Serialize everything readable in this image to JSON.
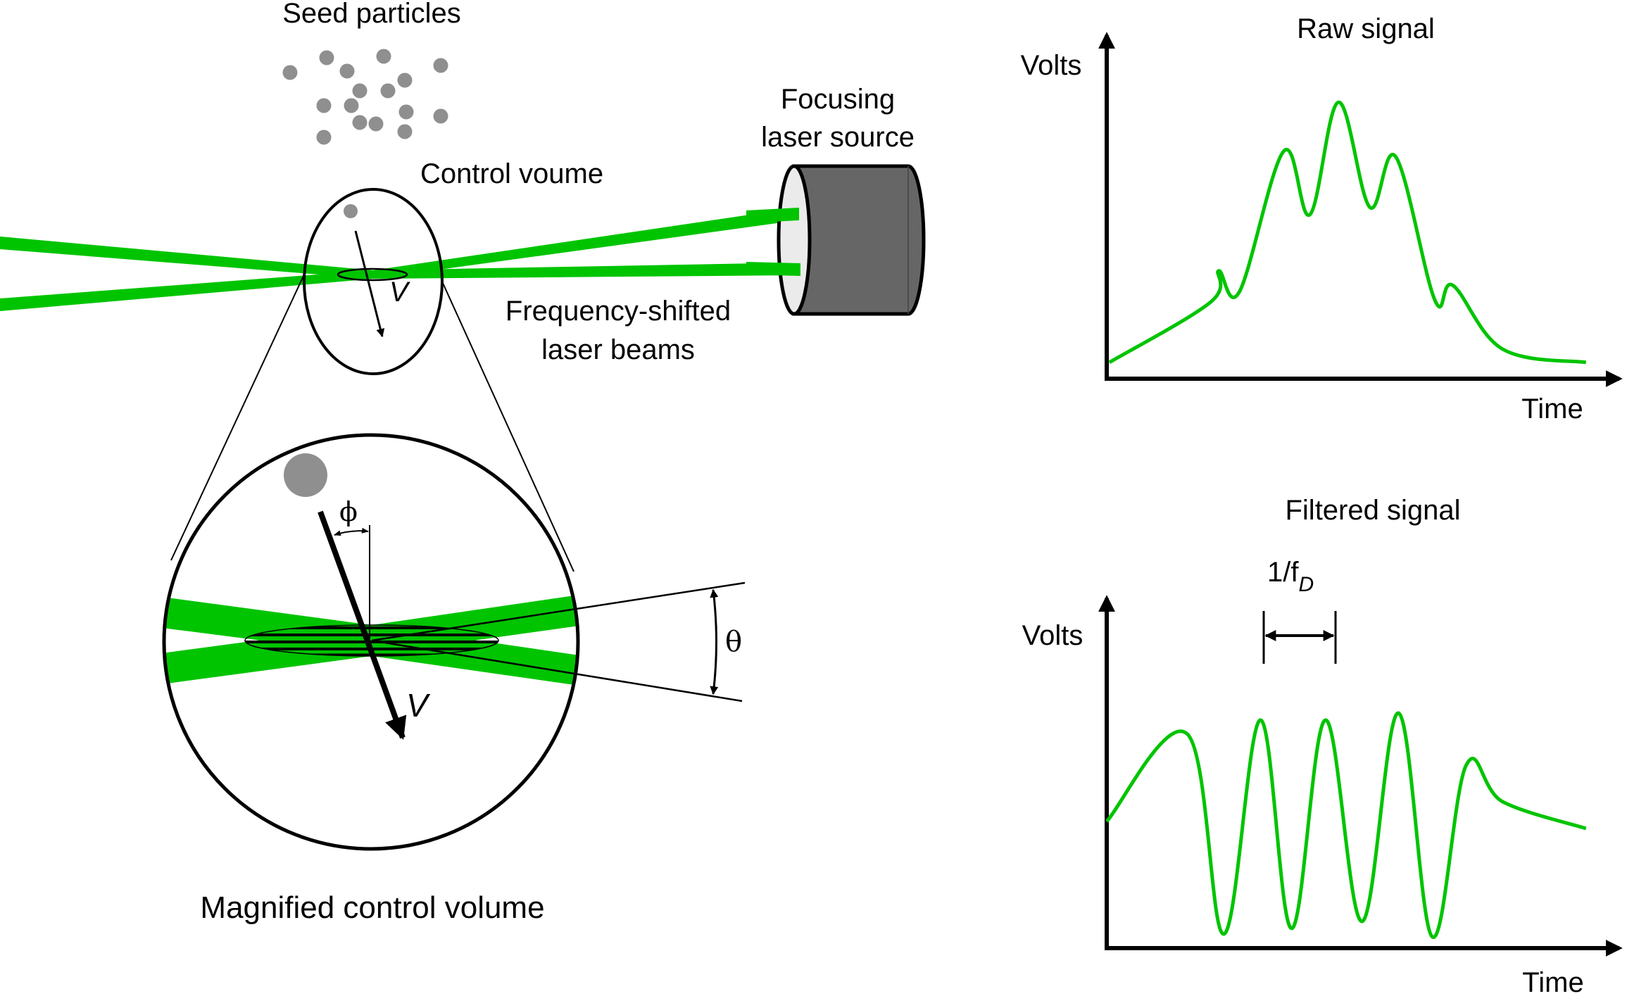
{
  "colors": {
    "beam": "#00c400",
    "signal": "#00c400",
    "particle": "#8f8f8f",
    "laser_body": "#666666",
    "laser_face": "#ebebeb",
    "ink": "#000000"
  },
  "labels": {
    "seed_particles": "Seed particles",
    "control_volume": "Control voume",
    "focusing_laser_line1": "Focusing",
    "focusing_laser_line2": "laser source",
    "freq_shifted_line1": "Frequency-shifted",
    "freq_shifted_line2": "laser beams",
    "magnified_control_volume": "Magnified control volume",
    "velocity_small": "V",
    "velocity_large": "V",
    "phi": "ϕ",
    "theta": "θ"
  },
  "chart_data": [
    {
      "type": "line",
      "title": "Raw signal",
      "xlabel": "Time",
      "ylabel": "Volts",
      "grid": false,
      "legend": "none",
      "xlim": [
        0,
        100
      ],
      "ylim": [
        0,
        100
      ],
      "anchors": [
        {
          "x": 0.5,
          "y": 5.5
        },
        {
          "x": 20,
          "y": 26
        },
        {
          "x": 21.5,
          "y": 36.5
        },
        {
          "x": 25.5,
          "y": 29.5
        },
        {
          "x": 34,
          "y": 77
        },
        {
          "x": 39,
          "y": 55.5
        },
        {
          "x": 44.5,
          "y": 93.5
        },
        {
          "x": 50.5,
          "y": 58
        },
        {
          "x": 55.5,
          "y": 75
        },
        {
          "x": 63,
          "y": 26.5
        },
        {
          "x": 66.5,
          "y": 31.5
        },
        {
          "x": 76,
          "y": 10
        },
        {
          "x": 92,
          "y": 5.5
        }
      ]
    },
    {
      "type": "line",
      "title": "Filtered signal",
      "xlabel": "Time",
      "ylabel": "Volts",
      "grid": false,
      "legend": "none",
      "annotation": {
        "text_main": "1/f",
        "text_sub": "D",
        "between_peaks": [
          2,
          3
        ]
      },
      "xlim": [
        0,
        100
      ],
      "ylim": [
        -100,
        100
      ],
      "anchors": [
        {
          "x": 0,
          "y": -10
        },
        {
          "x": 15.5,
          "y": 52
        },
        {
          "x": 22.5,
          "y": -90
        },
        {
          "x": 29.5,
          "y": 62
        },
        {
          "x": 35.5,
          "y": -86
        },
        {
          "x": 42,
          "y": 62
        },
        {
          "x": 49,
          "y": -81
        },
        {
          "x": 56,
          "y": 67
        },
        {
          "x": 62.5,
          "y": -92
        },
        {
          "x": 69,
          "y": 30
        },
        {
          "x": 76,
          "y": 4
        },
        {
          "x": 92,
          "y": -15
        }
      ]
    }
  ]
}
